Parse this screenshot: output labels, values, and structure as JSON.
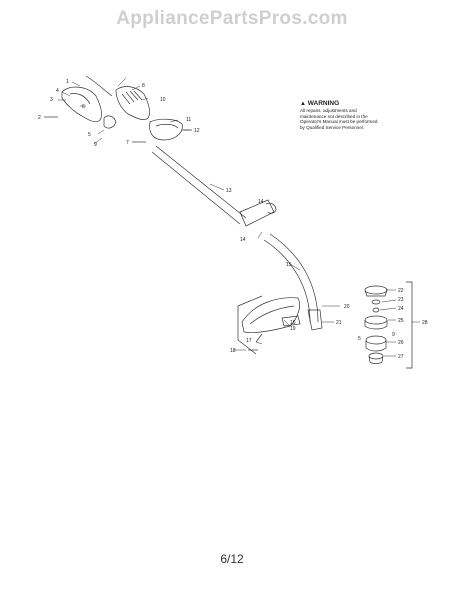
{
  "watermark": "AppliancePartsPros.com",
  "warning": {
    "title": "WARNING",
    "body": "All repairs, adjustments and maintenance not described in the Operator's Manual must be performed by Qualified Service Personnel."
  },
  "callouts": {
    "c1": "1",
    "c2": "2",
    "c3": "3",
    "c4": "4",
    "c5": "5",
    "c6": "6",
    "c7": "7",
    "c8": "8",
    "c9": "9",
    "c10": "10",
    "c11": "11",
    "c12": "12",
    "c13": "13",
    "c14": "14",
    "c15": "15",
    "c16": "16",
    "c17": "17",
    "c18": "18",
    "c19": "19",
    "c20": "20",
    "c21": "21",
    "c22": "22",
    "c23": "23",
    "c24": "24",
    "c25": "25",
    "c26": "26",
    "c27": "27",
    "c28": "28",
    "c5b": "5",
    "c9b": "9"
  },
  "page_number": "6/12"
}
